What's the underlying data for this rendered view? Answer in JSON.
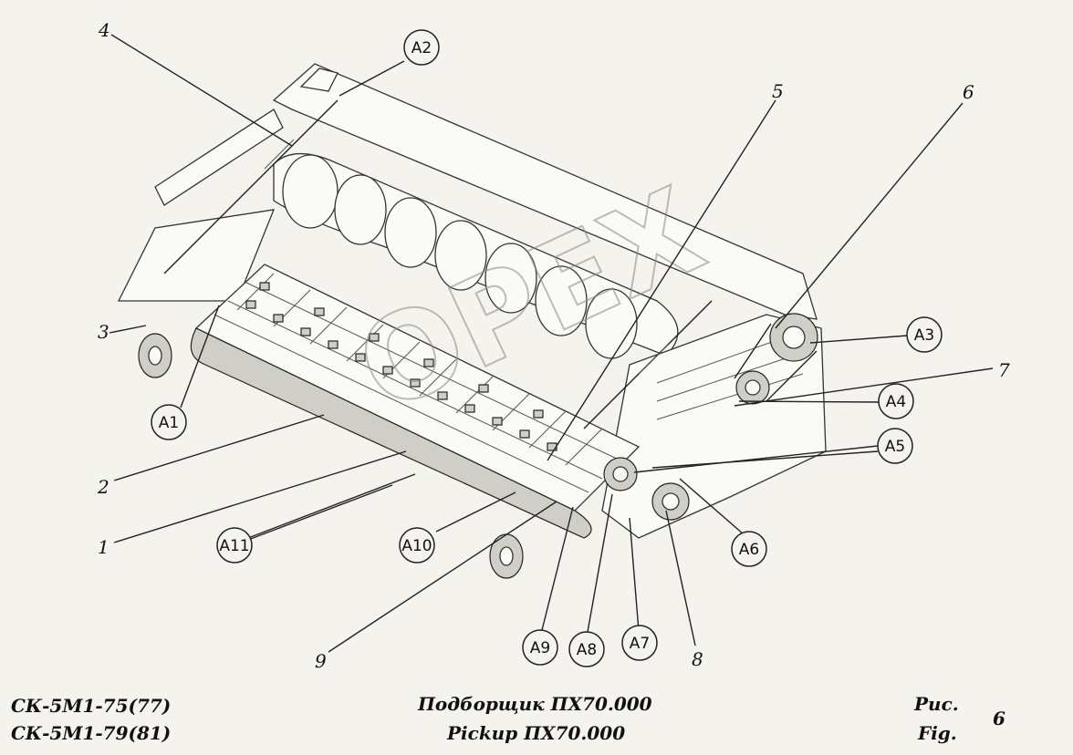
{
  "callouts": {
    "n1": "1",
    "n2": "2",
    "n3": "3",
    "n4": "4",
    "n5": "5",
    "n6": "6",
    "n7": "7",
    "n8": "8",
    "n9": "9",
    "a1": "A1",
    "a2": "A2",
    "a3": "A3",
    "a4": "A4",
    "a5": "A5",
    "a6": "A6",
    "a7": "A7",
    "a8": "A8",
    "a9": "A9",
    "a10": "A10",
    "a11": "A11"
  },
  "watermark": "ОРЕХ",
  "footer": {
    "model_line1": "СК-5М1-75(77)",
    "model_line2": "СК-5М1-79(81)",
    "title_ru": "Подборщик ПХ70.000",
    "title_en": "Pickup ПХ70.000",
    "fig_ru": "Рис.",
    "fig_en": "Fig.",
    "fig_number": "6"
  }
}
